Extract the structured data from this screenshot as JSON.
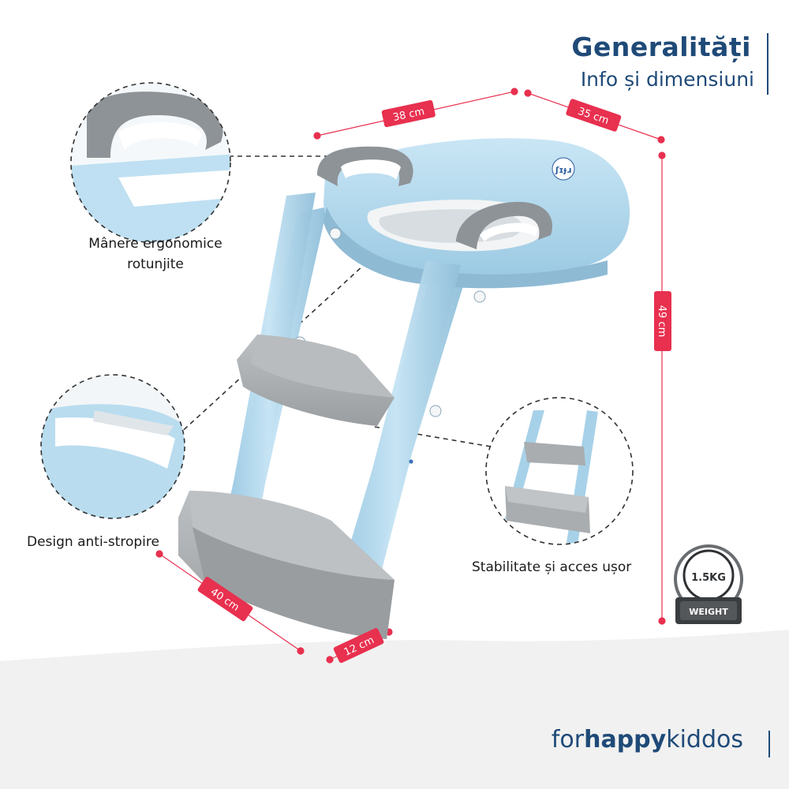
{
  "header": {
    "title": "Generalități",
    "subtitle": "Info și dimensiuni"
  },
  "dimensions": {
    "top_width": "38 cm",
    "top_depth": "35 cm",
    "height": "49 cm",
    "base_width": "40 cm",
    "base_depth": "12 cm"
  },
  "features": {
    "handles": "Mânere ergonomice rotunjite",
    "splash": "Design anti-stropire",
    "stability": "Stabilitate și acces ușor"
  },
  "weight_badge": {
    "value": "1.5KG",
    "label": "WEIGHT"
  },
  "product": {
    "logo_text": "ʃɪɟɹ"
  },
  "brand": {
    "prefix": "for",
    "bold": "happy",
    "suffix": "kiddos"
  },
  "colors": {
    "accent": "#e8304f",
    "brand": "#1f4a78",
    "plastic_blue": "#b7dcef",
    "plastic_grey": "#a9adb0"
  }
}
